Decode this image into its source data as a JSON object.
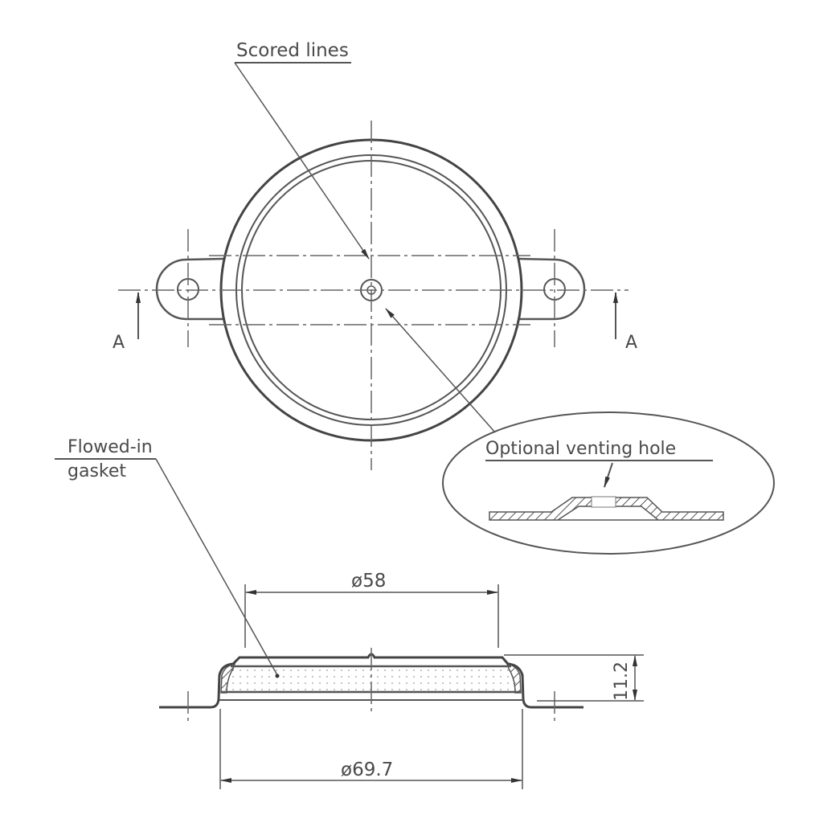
{
  "labels": {
    "scored_lines": "Scored lines",
    "section_left": "A",
    "section_right": "A",
    "flowed_in_line1": "Flowed-in",
    "flowed_in_line2": "gasket",
    "venting_hole": "Optional venting hole"
  },
  "dimensions": {
    "inner_diameter": "ø58",
    "outer_diameter": "ø69.7",
    "height": "11.2"
  },
  "colors": {
    "line": "#444444",
    "text": "#4a4a4a",
    "background": "#ffffff"
  }
}
